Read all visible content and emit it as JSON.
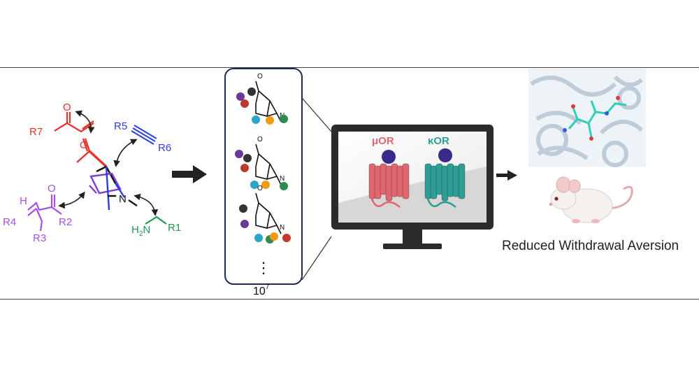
{
  "reaction": {
    "labels": {
      "r7": "R7",
      "r5": "R5",
      "r6": "R6",
      "r4": "R4",
      "r2": "R2",
      "r3": "R3",
      "r1": "R1",
      "h": "H",
      "o_enone": "O",
      "o_michael": "O",
      "n": "N",
      "h2n": "H",
      "h2n_sub": "2",
      "h2n_n": "N"
    },
    "colors": {
      "acrylate": "#e8322a",
      "alkyne": "#2a3fe0",
      "michael": "#a64ee8",
      "amine": "#1f9a55",
      "core_black": "#111111"
    }
  },
  "library": {
    "count_base": "10",
    "count_exp": "7",
    "ellipsis": "⋮",
    "ball_colors": [
      "#6a3a9a",
      "#333333",
      "#c0392b",
      "#2aa6c8",
      "#f29a12",
      "#2e8b4f"
    ]
  },
  "screen": {
    "label_mu": "μOR",
    "label_kappa": "κOR",
    "mu_color": "#e06770",
    "kappa_color": "#2e9e94",
    "ligand_color": "#3a2a8c"
  },
  "outcome": {
    "caption": "Reduced Withdrawal Aversion"
  }
}
